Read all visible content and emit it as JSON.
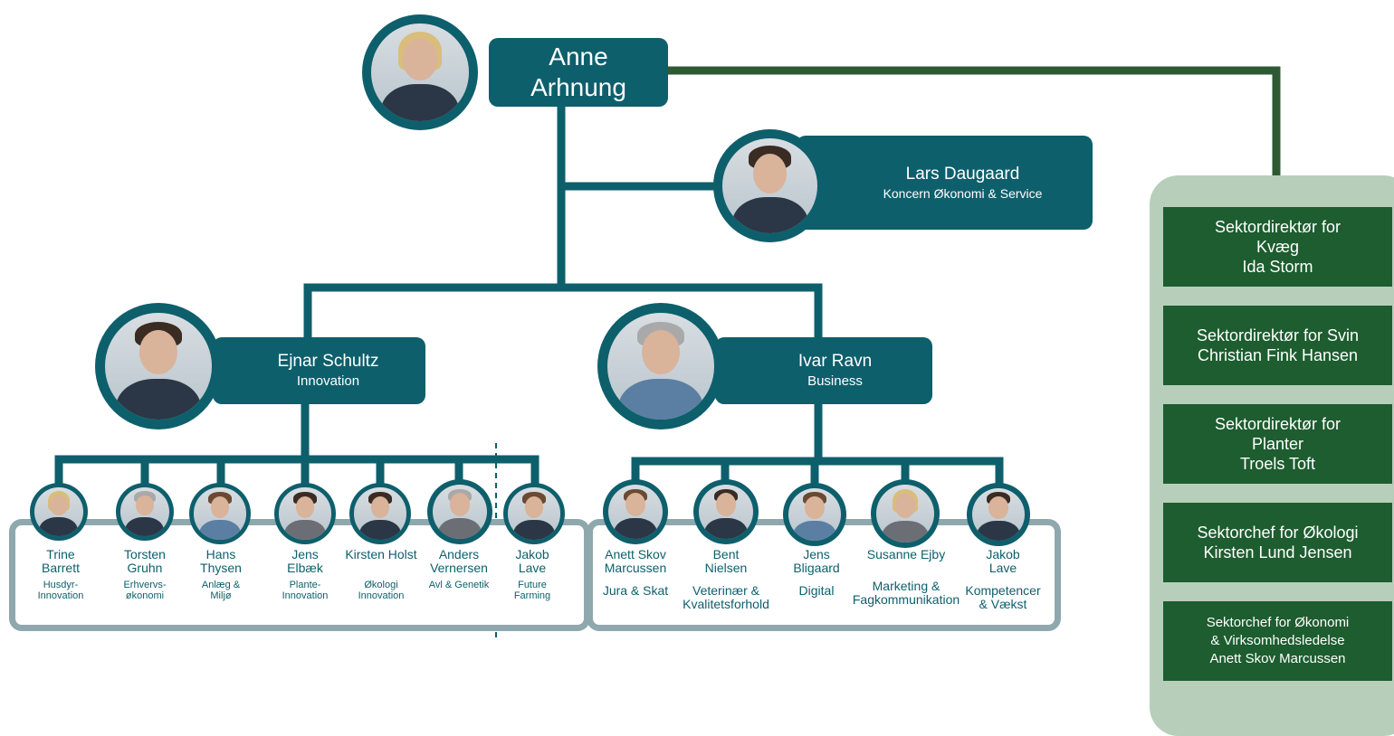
{
  "ceo": {
    "name": "Anne\nArhnung"
  },
  "cfo": {
    "name": "Lars Daugaard",
    "title": "Koncern Økonomi & Service"
  },
  "innovation": {
    "name": "Ejnar Schultz",
    "title": "Innovation",
    "members": [
      {
        "name": "Trine\nBarrett",
        "dept": "Husdyr-\nInnovation"
      },
      {
        "name": "Torsten\nGruhn",
        "dept": "Erhvervs-\nøkonomi"
      },
      {
        "name": "Hans\nThysen",
        "dept": "Anlæg &\nMiljø"
      },
      {
        "name": "Jens\nElbæk",
        "dept": "Plante-\nInnovation"
      },
      {
        "name": "Kirsten Holst",
        "dept": "Økologi\nInnovation"
      },
      {
        "name": "Anders\nVernersen",
        "dept": "Avl & Genetik"
      },
      {
        "name": "Jakob\nLave",
        "dept": "Future\nFarming"
      }
    ]
  },
  "business": {
    "name": "Ivar Ravn",
    "title": "Business",
    "members": [
      {
        "name": "Anett Skov\nMarcussen",
        "dept": "Jura & Skat"
      },
      {
        "name": "Bent\nNielsen",
        "dept": "Veterinær &\nKvalitetsforhold"
      },
      {
        "name": "Jens\nBligaard",
        "dept": "Digital"
      },
      {
        "name": "Susanne Ejby",
        "dept": "Marketing &\nFagkommunikation"
      },
      {
        "name": "Jakob\nLave",
        "dept": "Kompetencer\n& Vækst"
      }
    ]
  },
  "sectors": [
    "Sektordirektør for\nKvæg\nIda Storm",
    "Sektordirektør for Svin\nChristian Fink Hansen",
    "Sektordirektør for\nPlanter\nTroels Toft",
    "Sektorchef for Økologi\nKirsten Lund Jensen",
    "Sektorchef for Økonomi\n& Virksomhedsledelse\nAnett Skov Marcussen"
  ],
  "colors": {
    "teal": "#0e5f6c",
    "green": "#1d5d2f",
    "panel": "#b7cfba",
    "team_border": "#8fa8ad"
  }
}
